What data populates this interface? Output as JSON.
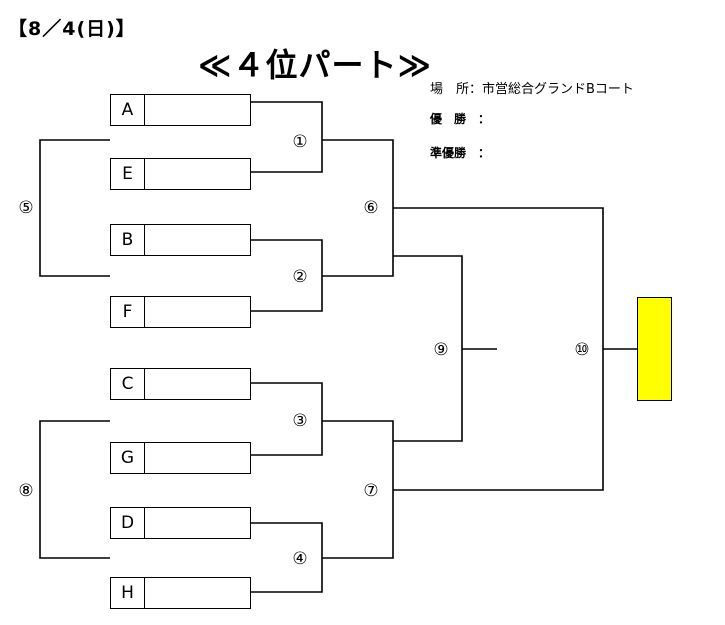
{
  "header": {
    "date": "【8／4(日)】",
    "title": "≪４位パート≫"
  },
  "info": {
    "venue_label": "場　所：",
    "venue": "市営総合グランドBコート",
    "winner_label": "優　勝　：",
    "runnerup_label": "準優勝　："
  },
  "teams": [
    "A",
    "E",
    "B",
    "F",
    "C",
    "G",
    "D",
    "H"
  ],
  "match_numbers": {
    "m1": "①",
    "m2": "②",
    "m3": "③",
    "m4": "④",
    "m5": "⑤",
    "m6": "⑥",
    "m7": "⑦",
    "m8": "⑧",
    "m9": "⑨",
    "m10": "⑩"
  },
  "colors": {
    "winner_box": "#ffff00",
    "line": "#000000"
  }
}
